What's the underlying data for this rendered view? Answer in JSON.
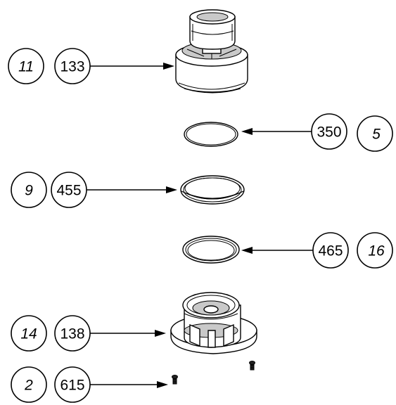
{
  "callouts": [
    {
      "id": "c1",
      "qty": "11",
      "part": "133"
    },
    {
      "id": "c2",
      "qty": "5",
      "part": "350"
    },
    {
      "id": "c3",
      "qty": "9",
      "part": "455"
    },
    {
      "id": "c4",
      "qty": "16",
      "part": "465"
    },
    {
      "id": "c5",
      "qty": "14",
      "part": "138"
    },
    {
      "id": "c6",
      "qty": "2",
      "part": "615"
    }
  ]
}
